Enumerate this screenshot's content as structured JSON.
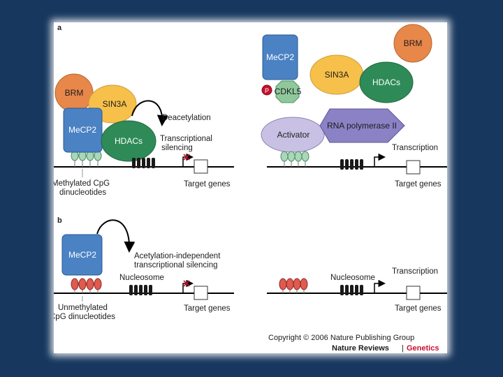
{
  "panels": {
    "a": "a",
    "b": "b"
  },
  "panel_a_left": {
    "brm": "BRM",
    "sin3a": "SIN3A",
    "mecp2": "MeCP2",
    "hdacs": "HDACs",
    "deacetylation": "Deacetylation",
    "transcriptional": "Transcriptional",
    "silencing": "silencing",
    "methylated_line1": "Methylated CpG",
    "methylated_line2": "dinucleotides",
    "target_genes": "Target genes"
  },
  "panel_a_right": {
    "mecp2": "MeCP2",
    "phospho": "P",
    "cdkl5": "CDKL5",
    "sin3a": "SIN3A",
    "hdacs": "HDACs",
    "brm": "BRM",
    "activator": "Activator",
    "rna_pol": "RNA polymerase II",
    "transcription": "Transcription",
    "target_genes": "Target genes"
  },
  "panel_b_left": {
    "mecp2": "MeCP2",
    "acetylation_line1": "Acetylation-independent",
    "acetylation_line2": "transcriptional silencing",
    "nucleosome": "Nucleosome",
    "unmethylated_line1": "Unmethylated",
    "unmethylated_line2": "CpG dinucleotides",
    "target_genes": "Target genes"
  },
  "panel_b_right": {
    "nucleosome": "Nucleosome",
    "transcription": "Transcription",
    "target_genes": "Target genes"
  },
  "footer": {
    "copyright": "Copyright © 2006 Nature Publishing Group",
    "journal": "Nature Reviews",
    "separator": "|",
    "section": "Genetics"
  },
  "colors": {
    "background": "#17375e",
    "brm": "#e8874a",
    "sin3a": "#f7c04a",
    "mecp2": "#4a82c4",
    "hdacs": "#2e8b57",
    "cdkl5": "#8fc99b",
    "activator": "#c9c1e4",
    "rna_pol": "#8b82c6",
    "methyl_cpg": "#a9d7b8",
    "unmethyl_cpg": "#e05a4f",
    "accent_red": "#c8102e"
  }
}
